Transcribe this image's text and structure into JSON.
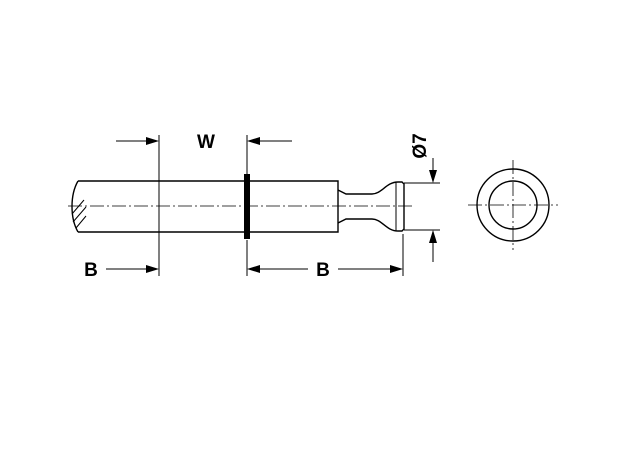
{
  "drawing": {
    "labels": {
      "width_dim": "W",
      "left_dim": "B",
      "right_dim": "B",
      "diameter_dim": "Ø7"
    },
    "colors": {
      "ink": "#000000",
      "background": "#ffffff"
    }
  }
}
